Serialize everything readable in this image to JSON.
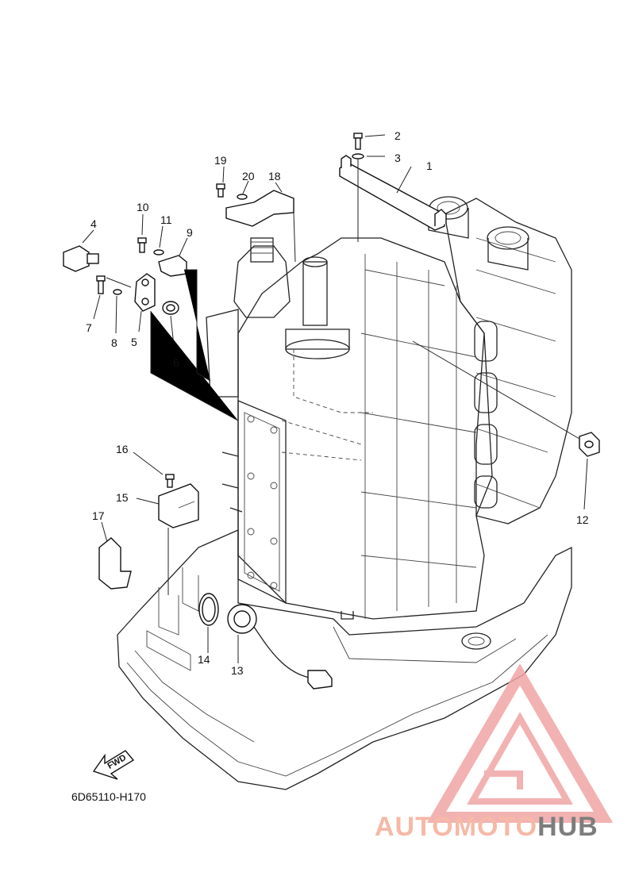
{
  "diagram_code": "6D65110-H170",
  "direction_label": "FWD",
  "watermark": {
    "part1": "AUTOMOTO",
    "part2": "HUB",
    "color1": "#f6b9a7",
    "color2": "#7d7d7d",
    "triangle_color": "#f0a5a5"
  },
  "callouts": {
    "c1": "1",
    "c2": "2",
    "c3": "3",
    "c4": "4",
    "c5": "5",
    "c6": "6",
    "c7": "7",
    "c8": "8",
    "c9": "9",
    "c10": "10",
    "c11": "11",
    "c12": "12",
    "c13": "13",
    "c14": "14",
    "c15": "15",
    "c16": "16",
    "c17": "17",
    "c18": "18",
    "c19": "19",
    "c20": "20"
  }
}
